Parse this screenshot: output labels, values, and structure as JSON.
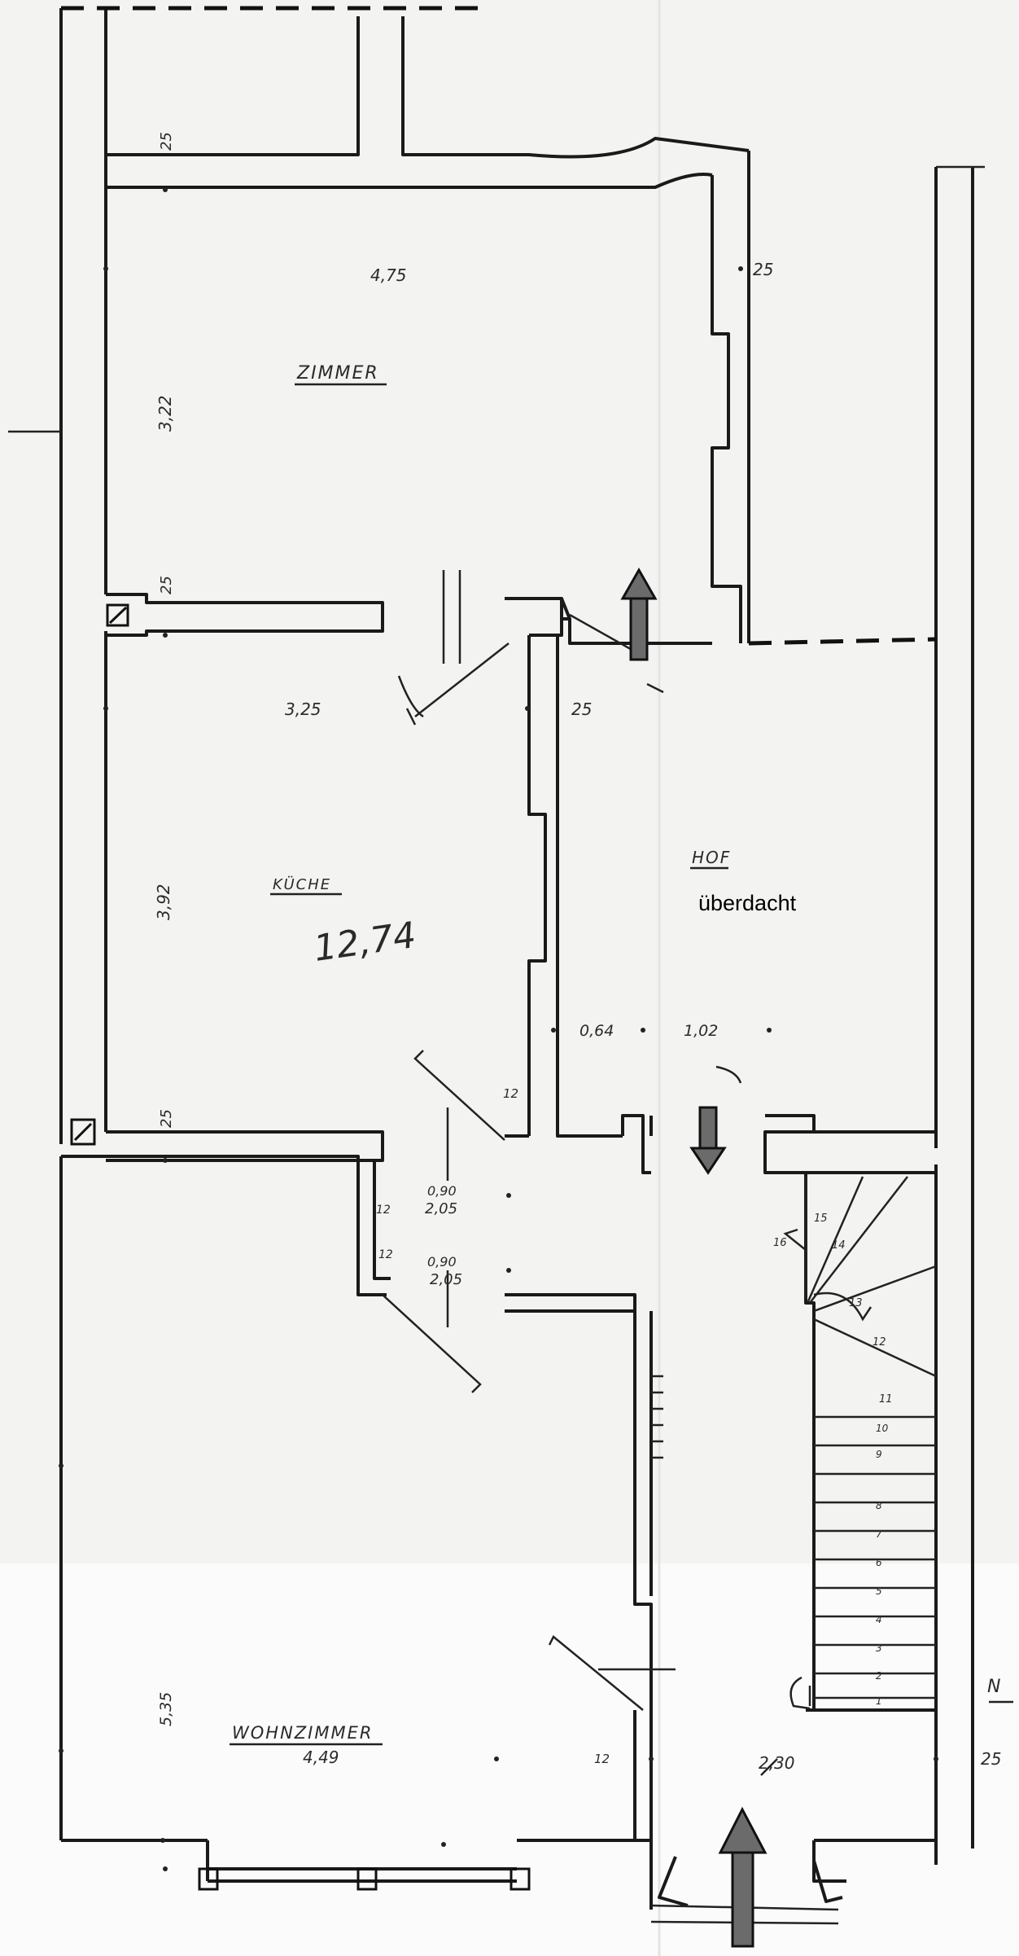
{
  "rooms": {
    "zimmer": "ZIMMER",
    "kueche": "KÜCHE",
    "hof": "HOF",
    "hof_note": "überdacht",
    "wohnzimmer": "WOHNZIMMER",
    "kueche_area": "12,74"
  },
  "dimensions": {
    "d_25_top": "25",
    "d_475": "4,75",
    "d_25_right": "25",
    "d_322": "3,22",
    "d_25_mid": "25",
    "d_325": "3,25",
    "d_25_hof": "25",
    "d_392": "3,92",
    "d_064": "0,64",
    "d_102": "1,02",
    "d_12_a": "12",
    "d_25_low": "25",
    "d_090_a": "0,90",
    "d_205_a": "2,05",
    "d_12_b": "12",
    "d_12_c": "12",
    "d_090_b": "0,90",
    "d_205_b": "2,05",
    "d_535": "5,35",
    "d_449": "4,49",
    "d_12_d": "12",
    "d_230": "2,30",
    "d_25_edge": "25"
  },
  "stair_numbers": [
    "1",
    "2",
    "3",
    "4",
    "5",
    "6",
    "7",
    "8",
    "9",
    "10",
    "11",
    "12",
    "13",
    "14",
    "15",
    "16"
  ],
  "edge_letter": "N"
}
